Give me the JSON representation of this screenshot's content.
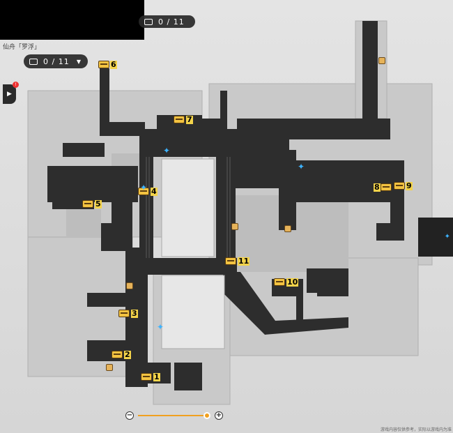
{
  "header": {
    "chest_counter_top": "0 / 11",
    "region_name": "仙舟「罗浮」"
  },
  "tracker": {
    "count": "0 / 11",
    "dropdown_glyph": "▼"
  },
  "side_button": {
    "glyph": "▶",
    "badge": "!"
  },
  "chests": [
    {
      "label": "1"
    },
    {
      "label": "2"
    },
    {
      "label": "3"
    },
    {
      "label": "4"
    },
    {
      "label": "5"
    },
    {
      "label": "6"
    },
    {
      "label": "7"
    },
    {
      "label": "8"
    },
    {
      "label": "9"
    },
    {
      "label": "10"
    },
    {
      "label": "11"
    }
  ],
  "zoom": {
    "minus": "−",
    "plus": "+",
    "level": 1.0
  },
  "footer_text": "游戏内容仅供参考，实际以游戏内为准",
  "colors": {
    "accent": "#f0a020",
    "floor": "#2d2d2d",
    "chest": "#f3c341",
    "teleport": "#3db3ff"
  },
  "icons": {
    "teleport": "teleport-anchor-icon",
    "door": "door-icon",
    "chest": "chest-icon"
  }
}
